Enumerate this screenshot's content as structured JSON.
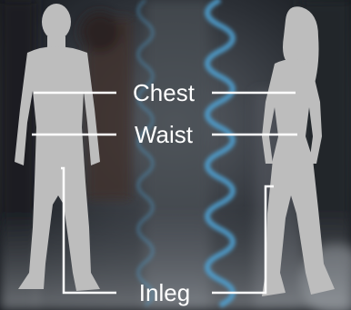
{
  "labels": {
    "chest": "Chest",
    "waist": "Waist",
    "inleg": "Inleg"
  },
  "colors": {
    "silhouette": "#bdbdbd",
    "guide_lines": "#ffffff",
    "spiral": "#4fa3d6"
  },
  "icons": {
    "male": "male-silhouette-icon",
    "female": "female-silhouette-icon"
  }
}
